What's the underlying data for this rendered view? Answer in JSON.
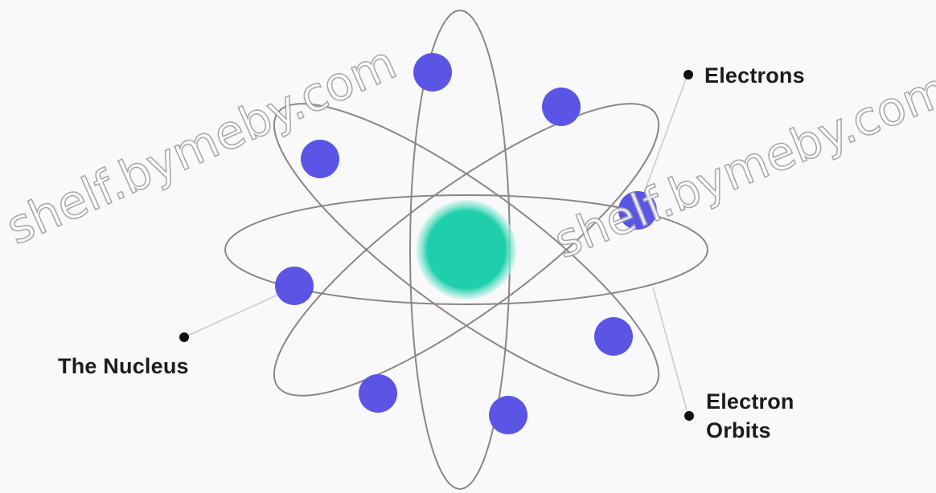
{
  "labels": {
    "electrons": "Electrons",
    "nucleus": "The Nucleus",
    "electron_orbits_line1": "Electron",
    "electron_orbits_line2": "Orbits"
  },
  "watermark": {
    "left": "shelf.bymeby.com",
    "right": "shelf.bymeby.com"
  },
  "colors": {
    "background": "#f9f9fb",
    "orbit": "#8c8684",
    "nucleus": "#1fcfab",
    "nucleus_glow": "#bff3e6",
    "electron": "#5b55e6",
    "leader_line": "#cfcfcf",
    "leader_dot": "#111111"
  }
}
